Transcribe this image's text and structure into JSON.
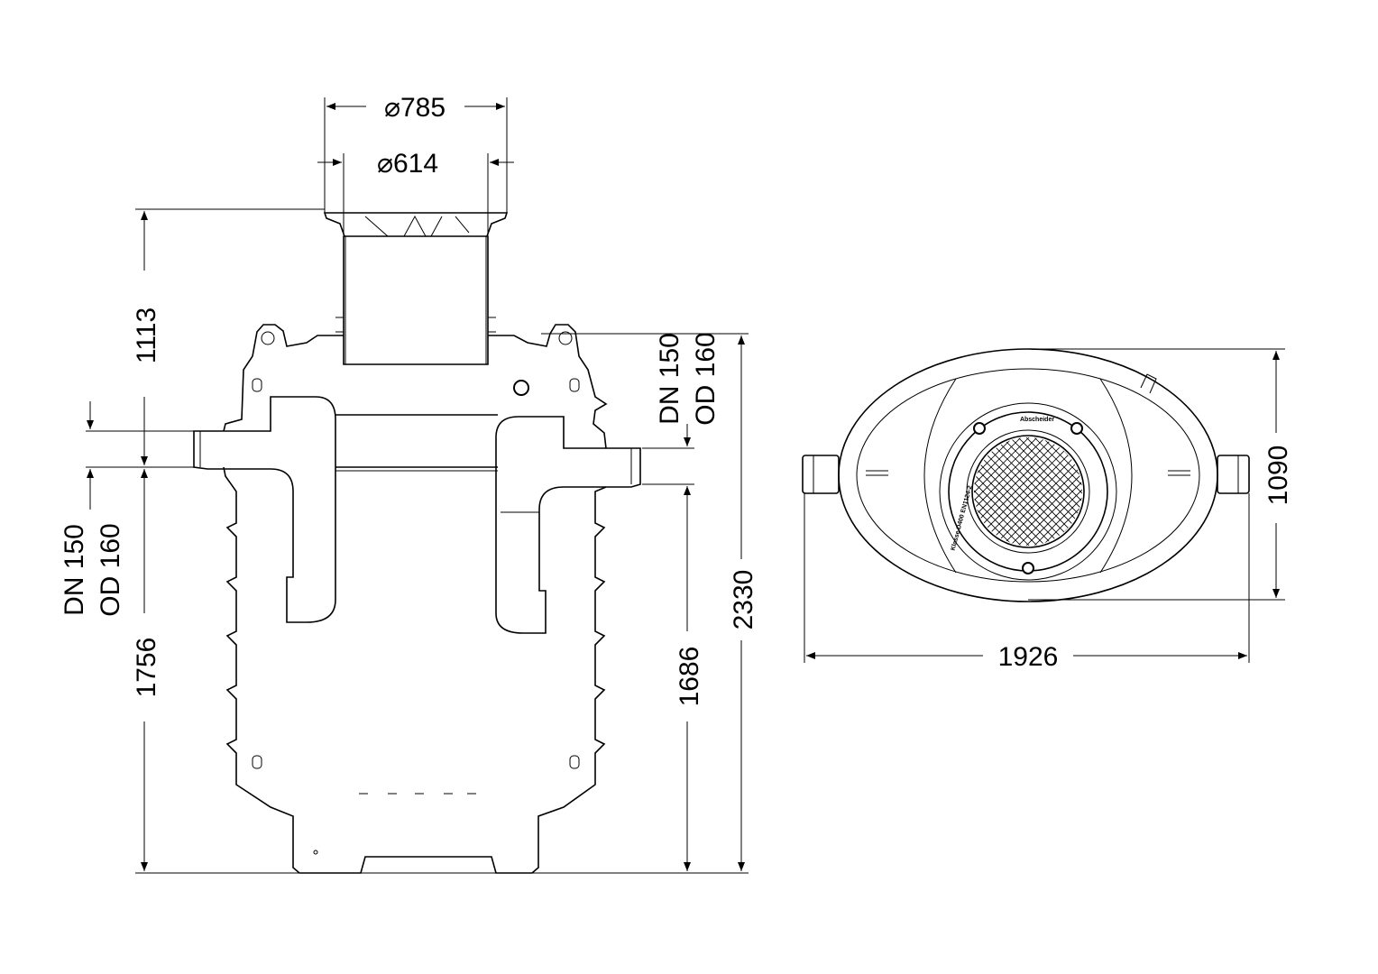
{
  "drawing": {
    "side_view": {
      "outer_diameter": "⌀785",
      "inner_diameter": "⌀614",
      "height_top_to_inlet": "1113",
      "inlet_height": "1756",
      "outlet_height": "1686",
      "total_height": "2330",
      "inlet_pipe": {
        "line1": "DN 150",
        "line2": "OD 160"
      },
      "outlet_pipe": {
        "line1": "DN 150",
        "line2": "OD 160"
      }
    },
    "top_view": {
      "width": "1926",
      "depth": "1090",
      "cover_label": "Abscheider",
      "cover_class": "Klasse D400 EN1124-2"
    }
  }
}
